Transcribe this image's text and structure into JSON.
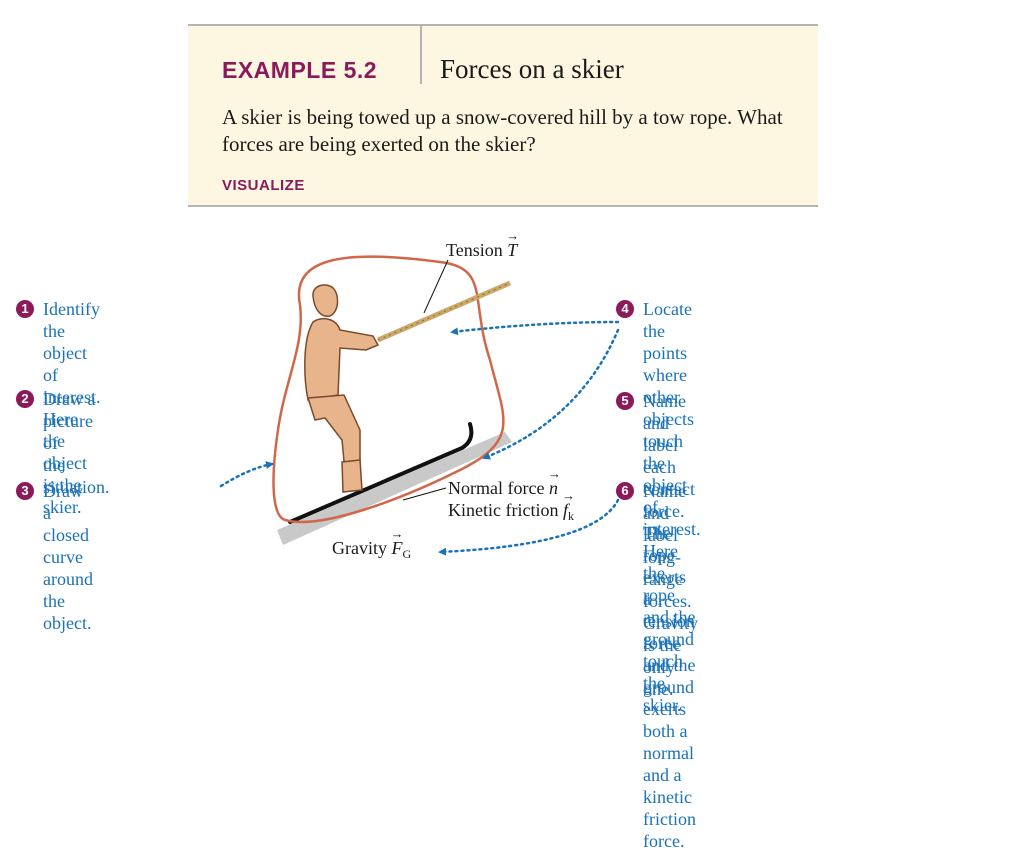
{
  "example": {
    "label": "EXAMPLE 5.2",
    "title": "Forces on a skier",
    "question": "A skier is being towed up a snow-covered hill by a tow rope. What forces are being exerted on the skier?",
    "section": "VISUALIZE"
  },
  "steps": [
    {
      "num": "1",
      "text": "Identify the object of interest.\nHere the object is the skier."
    },
    {
      "num": "2",
      "text": "Draw a picture of\nthe situation."
    },
    {
      "num": "3",
      "text": "Draw a closed curve\naround the object."
    },
    {
      "num": "4",
      "text": "Locate the points where other objects\ntouch the object of interest. Here the\nrope and the ground touch the skier."
    },
    {
      "num": "5",
      "text": "Name and label each contact force. The rope\nexerts a tension force and the ground exerts\nboth a normal and a kinetic friction force."
    },
    {
      "num": "6",
      "text": "Name and label long-range forces. Gravity\nis the only one."
    }
  ],
  "labels": {
    "tension": {
      "name": "Tension",
      "symbol": "T"
    },
    "normal": {
      "name": "Normal force",
      "symbol": "n"
    },
    "friction": {
      "name": "Kinetic friction",
      "symbol": "f",
      "sub": "k"
    },
    "gravity": {
      "name": "Gravity",
      "symbol": "F",
      "sub": "G"
    }
  },
  "colors": {
    "accent": "#8a1a5a",
    "step_text": "#1a72b8",
    "curve": "#d0674a",
    "skier": "#e8b48c",
    "header_bg": "#fdf7e1"
  }
}
